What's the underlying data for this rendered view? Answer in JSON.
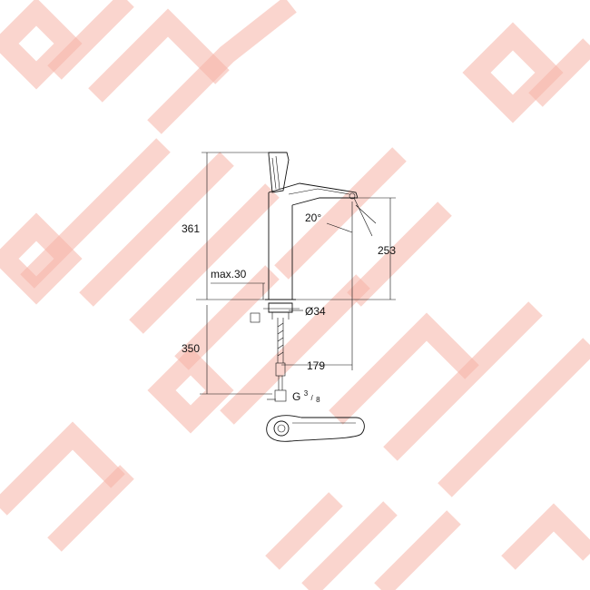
{
  "watermark": {
    "color": "#f5b3a5",
    "opacity": 0.55
  },
  "drawing": {
    "line_color": "#111111",
    "dimensions": {
      "overall_height": "361",
      "spout_height": "253",
      "angle": "20°",
      "max_deck_thickness": "max.30",
      "hole_diameter": "Ø34",
      "hose_length": "350",
      "spout_projection": "179",
      "connection_thread": "G",
      "thread_num": "3",
      "thread_den": "8"
    }
  }
}
